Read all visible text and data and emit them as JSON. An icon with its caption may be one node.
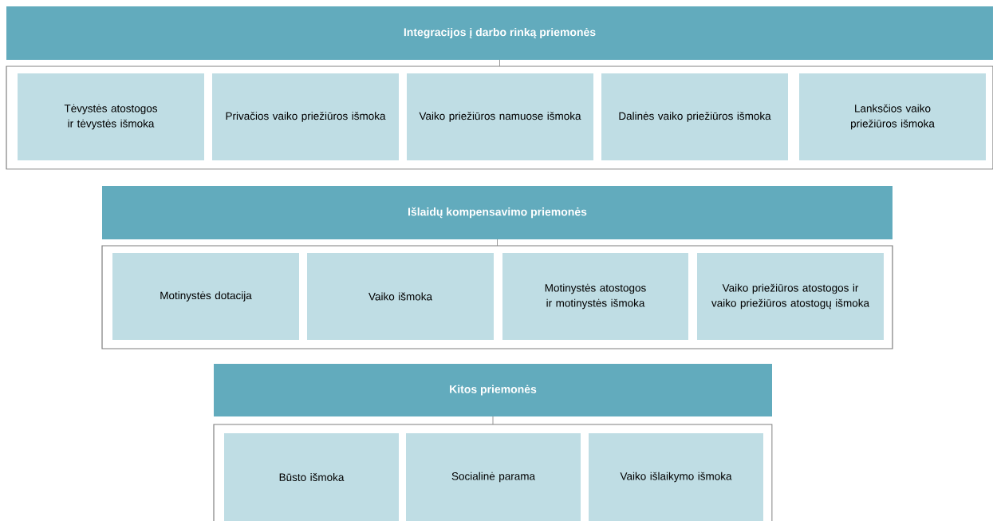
{
  "diagram": {
    "nodes": [
      {
        "text": [
          "Integracijos į darbo rinką priemonės"
        ]
      },
      {
        "text": [],
        "shape": "box"
      },
      {
        "text": [
          "Tėvystės atostogos ir tėvystės išmoka"
        ],
        "in": 1
      },
      {
        "text": [
          "Privačios vaiko priežiūros išmoka"
        ],
        "in": 1
      },
      {
        "text": [
          "Vaiko priežiūros namuose išmoka"
        ],
        "in": 1
      },
      {
        "text": [
          "Dalinės vaiko priežiūros išmoka"
        ],
        "in": 1
      },
      {
        "text": [
          "Lanksčios vaiko priežiūros išmoka"
        ],
        "in": 1
      },
      {
        "text": [
          "Išlaidų kompensavimo priemonės"
        ]
      },
      {
        "text": [],
        "shape": "box"
      },
      {
        "text": [
          "Motinystės dotacija"
        ],
        "in": 8
      },
      {
        "text": [
          "Vaiko išmoka"
        ],
        "in": 8
      },
      {
        "text": [
          "Motinystės atostogos ir motinystės išmoka"
        ],
        "in": 8
      },
      {
        "text": [
          "Vaiko priežiūros atostogos ir vaiko priežiūros atostogų išmoka"
        ],
        "in": 8
      },
      {
        "text": [
          "Kitos priemonės"
        ]
      },
      {
        "text": [],
        "shape": "box"
      },
      {
        "text": [
          "Būsto išmoka"
        ],
        "in": 14
      },
      {
        "text": [
          "Socialinė parama"
        ],
        "in": 14
      },
      {
        "text": [
          "Vaiko išlaikymo išmoka"
        ],
        "in": 14
      }
    ],
    "edges": [
      {
        "from": 0,
        "to": 1,
        "arrow": "none"
      },
      {
        "from": 7,
        "to": 8,
        "arrow": "none"
      },
      {
        "from": 13,
        "to": 14,
        "arrow": "none"
      }
    ]
  }
}
